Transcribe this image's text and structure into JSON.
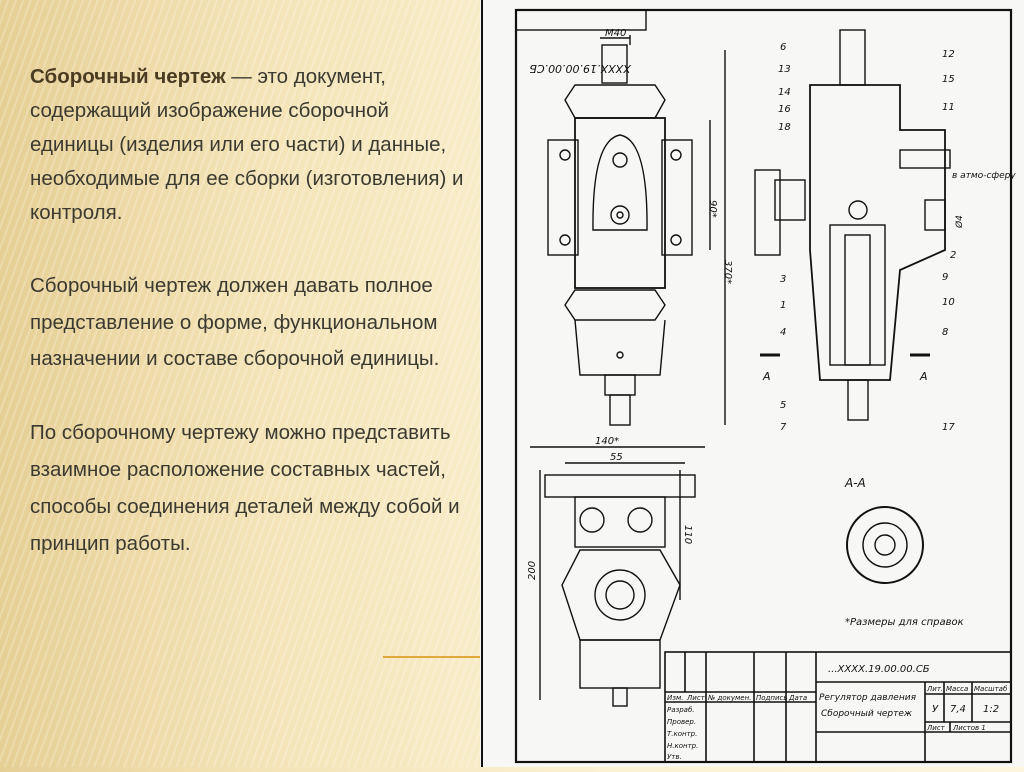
{
  "paragraph1": {
    "term": "Сборочный чертеж",
    "rest": " — это документ, содержащий изображение сборочной единицы (изделия или его части) и данные, необходимые для ее сборки (изготовления) и контроля."
  },
  "paragraph2": "Сборочный чертеж должен давать полное представление о форме, функциональном назначении и составе сборочной единицы.",
  "paragraph3": "По сборочному чертежу можно представить взаимное расположение составных частей, способы соединения деталей между собой и принцип работы.",
  "drawing": {
    "top_stamp": "XXXX.19.00.00.СБ",
    "dims": {
      "m40": "M40",
      "d90": "90*",
      "d370": "370*",
      "d140": "140*",
      "d55": "55",
      "d110": "110",
      "d200": "200",
      "d4": "Ø4"
    },
    "section_label": "А-А",
    "cut_mark": "А",
    "note": "*Размеры для справок",
    "vent": "в атмо-сферу",
    "callouts_left": [
      "6",
      "13",
      "14",
      "16",
      "18",
      "3",
      "1",
      "4",
      "5",
      "7"
    ],
    "callouts_right": [
      "12",
      "15",
      "11",
      "2",
      "9",
      "10",
      "8",
      "17"
    ],
    "title_block": {
      "doc_code": "...XXXX.19.00.00.СБ",
      "name_line1": "Регулятор давления",
      "name_line2": "Сборочный чертеж",
      "col_headers": [
        "Изм.",
        "Лист",
        "№ докумен.",
        "Подпись",
        "Дата"
      ],
      "rows": [
        "Разраб.",
        "Провер.",
        "Т.контр.",
        "Н.контр.",
        "Утв."
      ],
      "lit": "Лит.",
      "mass": "Масса",
      "scale": "Масштаб",
      "lit_val": "У",
      "mass_val": "7,4",
      "scale_val": "1:2",
      "sheet": "Лист",
      "sheets": "Листов 1"
    }
  }
}
